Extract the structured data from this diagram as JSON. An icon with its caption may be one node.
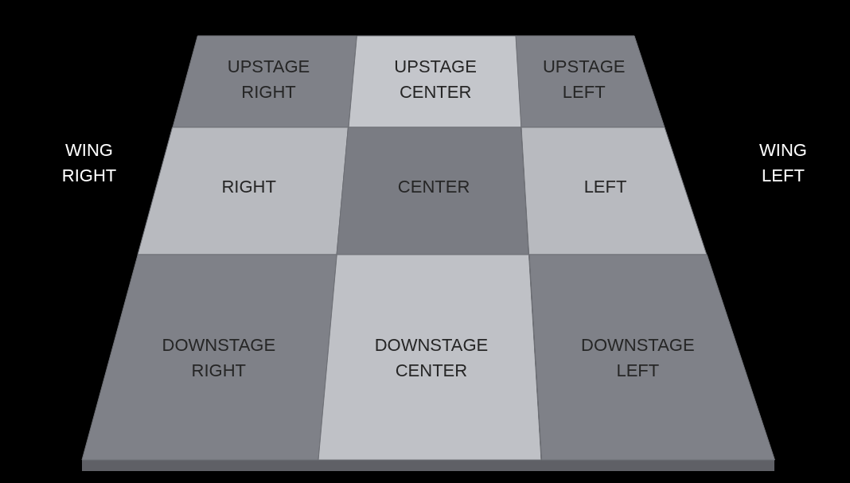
{
  "diagram": {
    "nodes": [
      {
        "text": [
          "UPSTAGE RIGHT"
        ]
      },
      {
        "text": [
          "UPSTAGE CENTER"
        ]
      },
      {
        "text": [
          "UPSTAGE LEFT"
        ]
      },
      {
        "text": [
          "RIGHT"
        ]
      },
      {
        "text": [
          "CENTER"
        ]
      },
      {
        "text": [
          "LEFT"
        ]
      },
      {
        "text": [
          "DOWNSTAGE RIGHT"
        ]
      },
      {
        "text": [
          "DOWNSTAGE CENTER"
        ]
      },
      {
        "text": [
          "DOWNSTAGE LEFT"
        ]
      }
    ],
    "labels": [
      "WING RIGHT",
      "WING LEFT"
    ]
  }
}
